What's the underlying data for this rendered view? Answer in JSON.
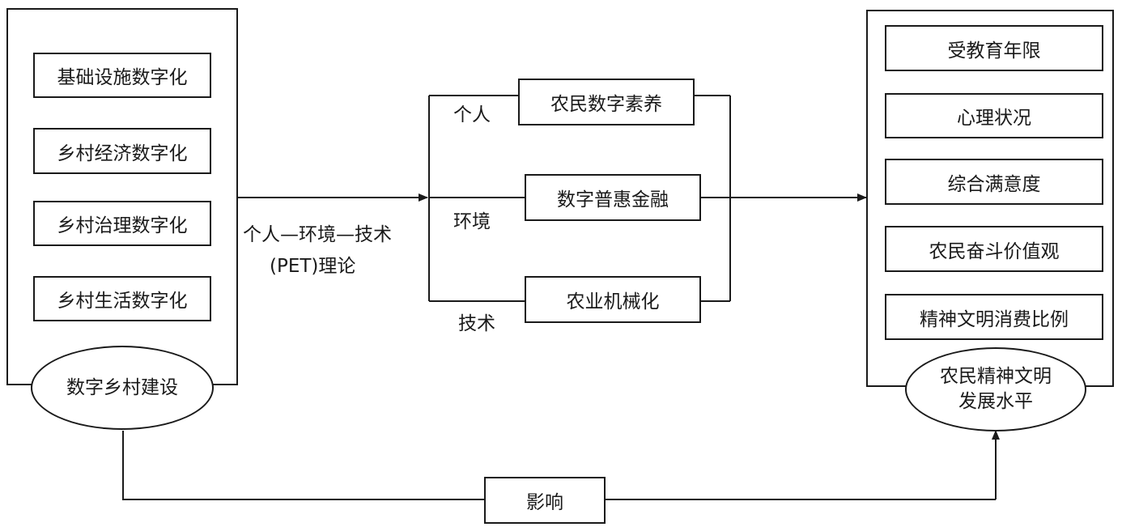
{
  "left_group": {
    "items": [
      "基础设施数字化",
      "乡村经济数字化",
      "乡村治理数字化",
      "乡村生活数字化"
    ],
    "oval_label": "数字乡村建设"
  },
  "theory": {
    "line1": "个人—环境—技术",
    "line2": "(PET)理论"
  },
  "middle_group": {
    "nodes": [
      {
        "label": "农民数字素养",
        "branch": "个人"
      },
      {
        "label": "数字普惠金融",
        "branch": "环境"
      },
      {
        "label": "农业机械化",
        "branch": "技术"
      }
    ]
  },
  "right_group": {
    "items": [
      "受教育年限",
      "心理状况",
      "综合满意度",
      "农民奋斗价值观",
      "精神文明消费比例"
    ],
    "oval_line1": "农民精神文明",
    "oval_line2": "发展水平"
  },
  "bottom": {
    "effect_label": "影响"
  }
}
